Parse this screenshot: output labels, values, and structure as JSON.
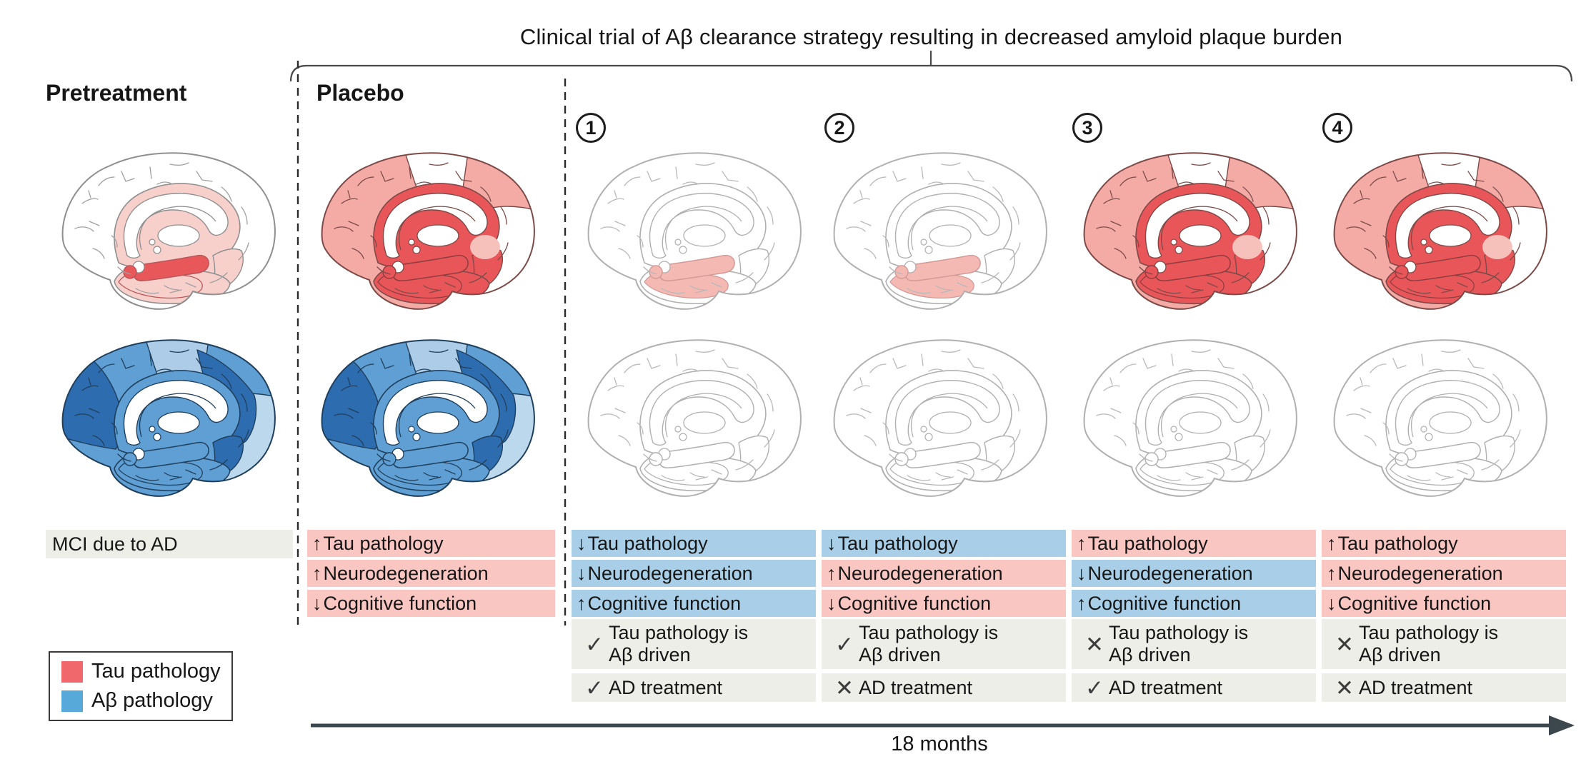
{
  "title": "Clinical trial of Aβ clearance strategy resulting in decreased amyloid plaque burden",
  "headers": {
    "pretreatment": "Pretreatment",
    "placebo": "Placebo"
  },
  "pretreatment_column": {
    "label": "MCI due to AD",
    "top_brain": "tau-pre",
    "bottom_brain": "abeta-high"
  },
  "placebo_column": {
    "top_brain": "tau-high",
    "bottom_brain": "abeta-high",
    "rows": [
      {
        "arrow": "↑",
        "text": "Tau pathology",
        "tone": "pink"
      },
      {
        "arrow": "↑",
        "text": "Neurodegeneration",
        "tone": "pink"
      },
      {
        "arrow": "↓",
        "text": "Cognitive function",
        "tone": "pink"
      }
    ]
  },
  "trial_columns": [
    {
      "number": "1",
      "top_brain": "tau-low",
      "bottom_brain": "abeta-none",
      "rows": [
        {
          "arrow": "↓",
          "text": "Tau pathology",
          "tone": "blue"
        },
        {
          "arrow": "↓",
          "text": "Neurodegeneration",
          "tone": "blue"
        },
        {
          "arrow": "↑",
          "text": "Cognitive function",
          "tone": "blue"
        }
      ],
      "tau_driven": {
        "icon": "check",
        "glyph": "✓",
        "line1": "Tau pathology is",
        "line2": "Aβ driven"
      },
      "ad_treatment": {
        "icon": "check",
        "glyph": "✓",
        "label": "AD treatment"
      }
    },
    {
      "number": "2",
      "top_brain": "tau-low",
      "bottom_brain": "abeta-none",
      "rows": [
        {
          "arrow": "↓",
          "text": "Tau pathology",
          "tone": "blue"
        },
        {
          "arrow": "↑",
          "text": "Neurodegeneration",
          "tone": "pink"
        },
        {
          "arrow": "↓",
          "text": "Cognitive function",
          "tone": "pink"
        }
      ],
      "tau_driven": {
        "icon": "check",
        "glyph": "✓",
        "line1": "Tau pathology is",
        "line2": "Aβ driven"
      },
      "ad_treatment": {
        "icon": "cross",
        "glyph": "✕",
        "label": "AD treatment"
      }
    },
    {
      "number": "3",
      "top_brain": "tau-high",
      "bottom_brain": "abeta-none",
      "rows": [
        {
          "arrow": "↑",
          "text": "Tau pathology",
          "tone": "pink"
        },
        {
          "arrow": "↓",
          "text": "Neurodegeneration",
          "tone": "blue"
        },
        {
          "arrow": "↑",
          "text": "Cognitive function",
          "tone": "blue"
        }
      ],
      "tau_driven": {
        "icon": "cross",
        "glyph": "✕",
        "line1": "Tau pathology is",
        "line2": "Aβ driven"
      },
      "ad_treatment": {
        "icon": "check",
        "glyph": "✓",
        "label": "AD treatment"
      }
    },
    {
      "number": "4",
      "top_brain": "tau-high",
      "bottom_brain": "abeta-none",
      "rows": [
        {
          "arrow": "↑",
          "text": "Tau pathology",
          "tone": "pink"
        },
        {
          "arrow": "↑",
          "text": "Neurodegeneration",
          "tone": "pink"
        },
        {
          "arrow": "↓",
          "text": "Cognitive function",
          "tone": "pink"
        }
      ],
      "tau_driven": {
        "icon": "cross",
        "glyph": "✕",
        "line1": "Tau pathology is",
        "line2": "Aβ driven"
      },
      "ad_treatment": {
        "icon": "cross",
        "glyph": "✕",
        "label": "AD treatment"
      }
    }
  ],
  "legend": {
    "items": [
      {
        "label": "Tau pathology",
        "color": "#f1686c"
      },
      {
        "label": "Aβ pathology",
        "color": "#57a9d9"
      }
    ]
  },
  "timeline": {
    "label": "18 months"
  },
  "colors": {
    "tau_red": "#e9565a",
    "tau_light": "#f8d0cb",
    "tau_cortex": "#f4aba6",
    "abeta_dark": "#2e6cb0",
    "abeta_mid": "#5f9fd3",
    "abeta_light": "#accce8",
    "row_pink": "#f9c6c2",
    "row_blue": "#a8cfe7",
    "row_gray": "#eeeee9"
  }
}
